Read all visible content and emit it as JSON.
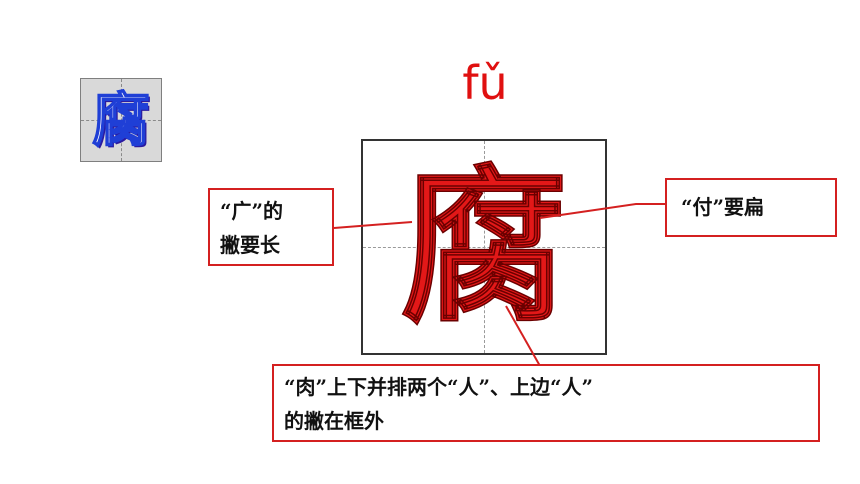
{
  "small_char": {
    "text": "腐"
  },
  "pinyin": {
    "text": "fǔ"
  },
  "big_char": {
    "text": "腐"
  },
  "notes": {
    "left": {
      "line1": "“广”的",
      "line2": "撇要长"
    },
    "right": {
      "text": "“付”要扁"
    },
    "bottom": {
      "line1": "“肉”上下并排两个“人”、上边“人”",
      "line2": "的撇在框外"
    }
  },
  "colors": {
    "char_red": "#e31818",
    "border_red": "#d42020",
    "small_char_blue": "#1f3fd6",
    "box_gray": "#d9d9d9"
  }
}
